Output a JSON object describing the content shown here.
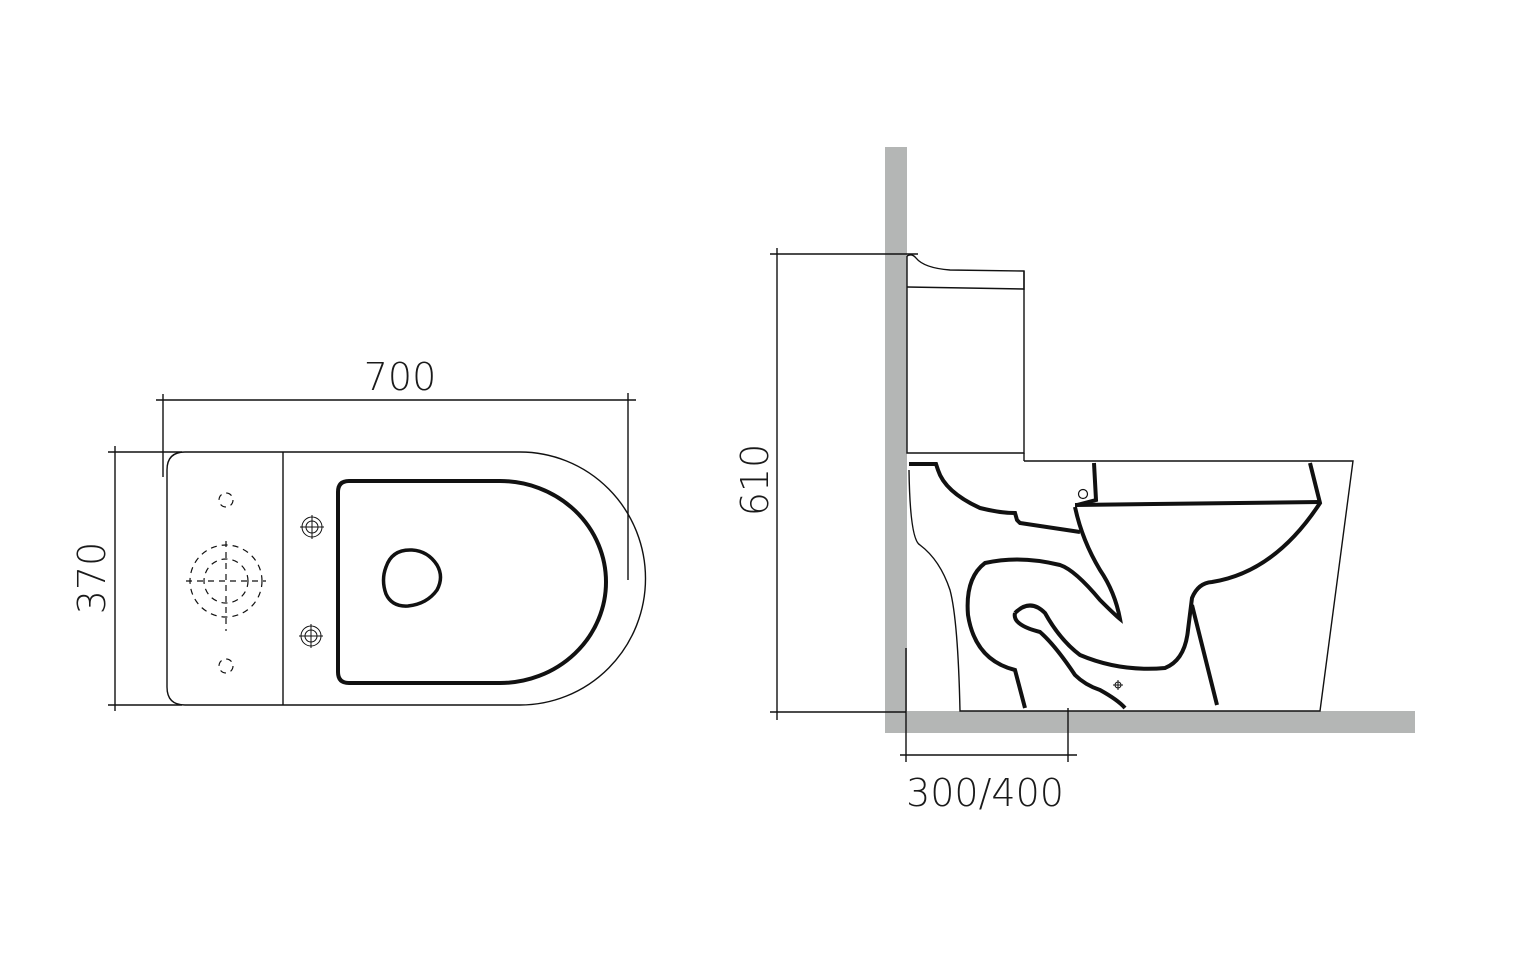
{
  "title": "Toilet dimension drawing",
  "colors": {
    "background": "#ffffff",
    "line": "#111111",
    "wall": "#b4b6b5"
  },
  "top_view": {
    "width_dimension": "700",
    "depth_dimension": "370"
  },
  "side_view": {
    "height_dimension": "610",
    "outlet_dimension": "300/400"
  }
}
